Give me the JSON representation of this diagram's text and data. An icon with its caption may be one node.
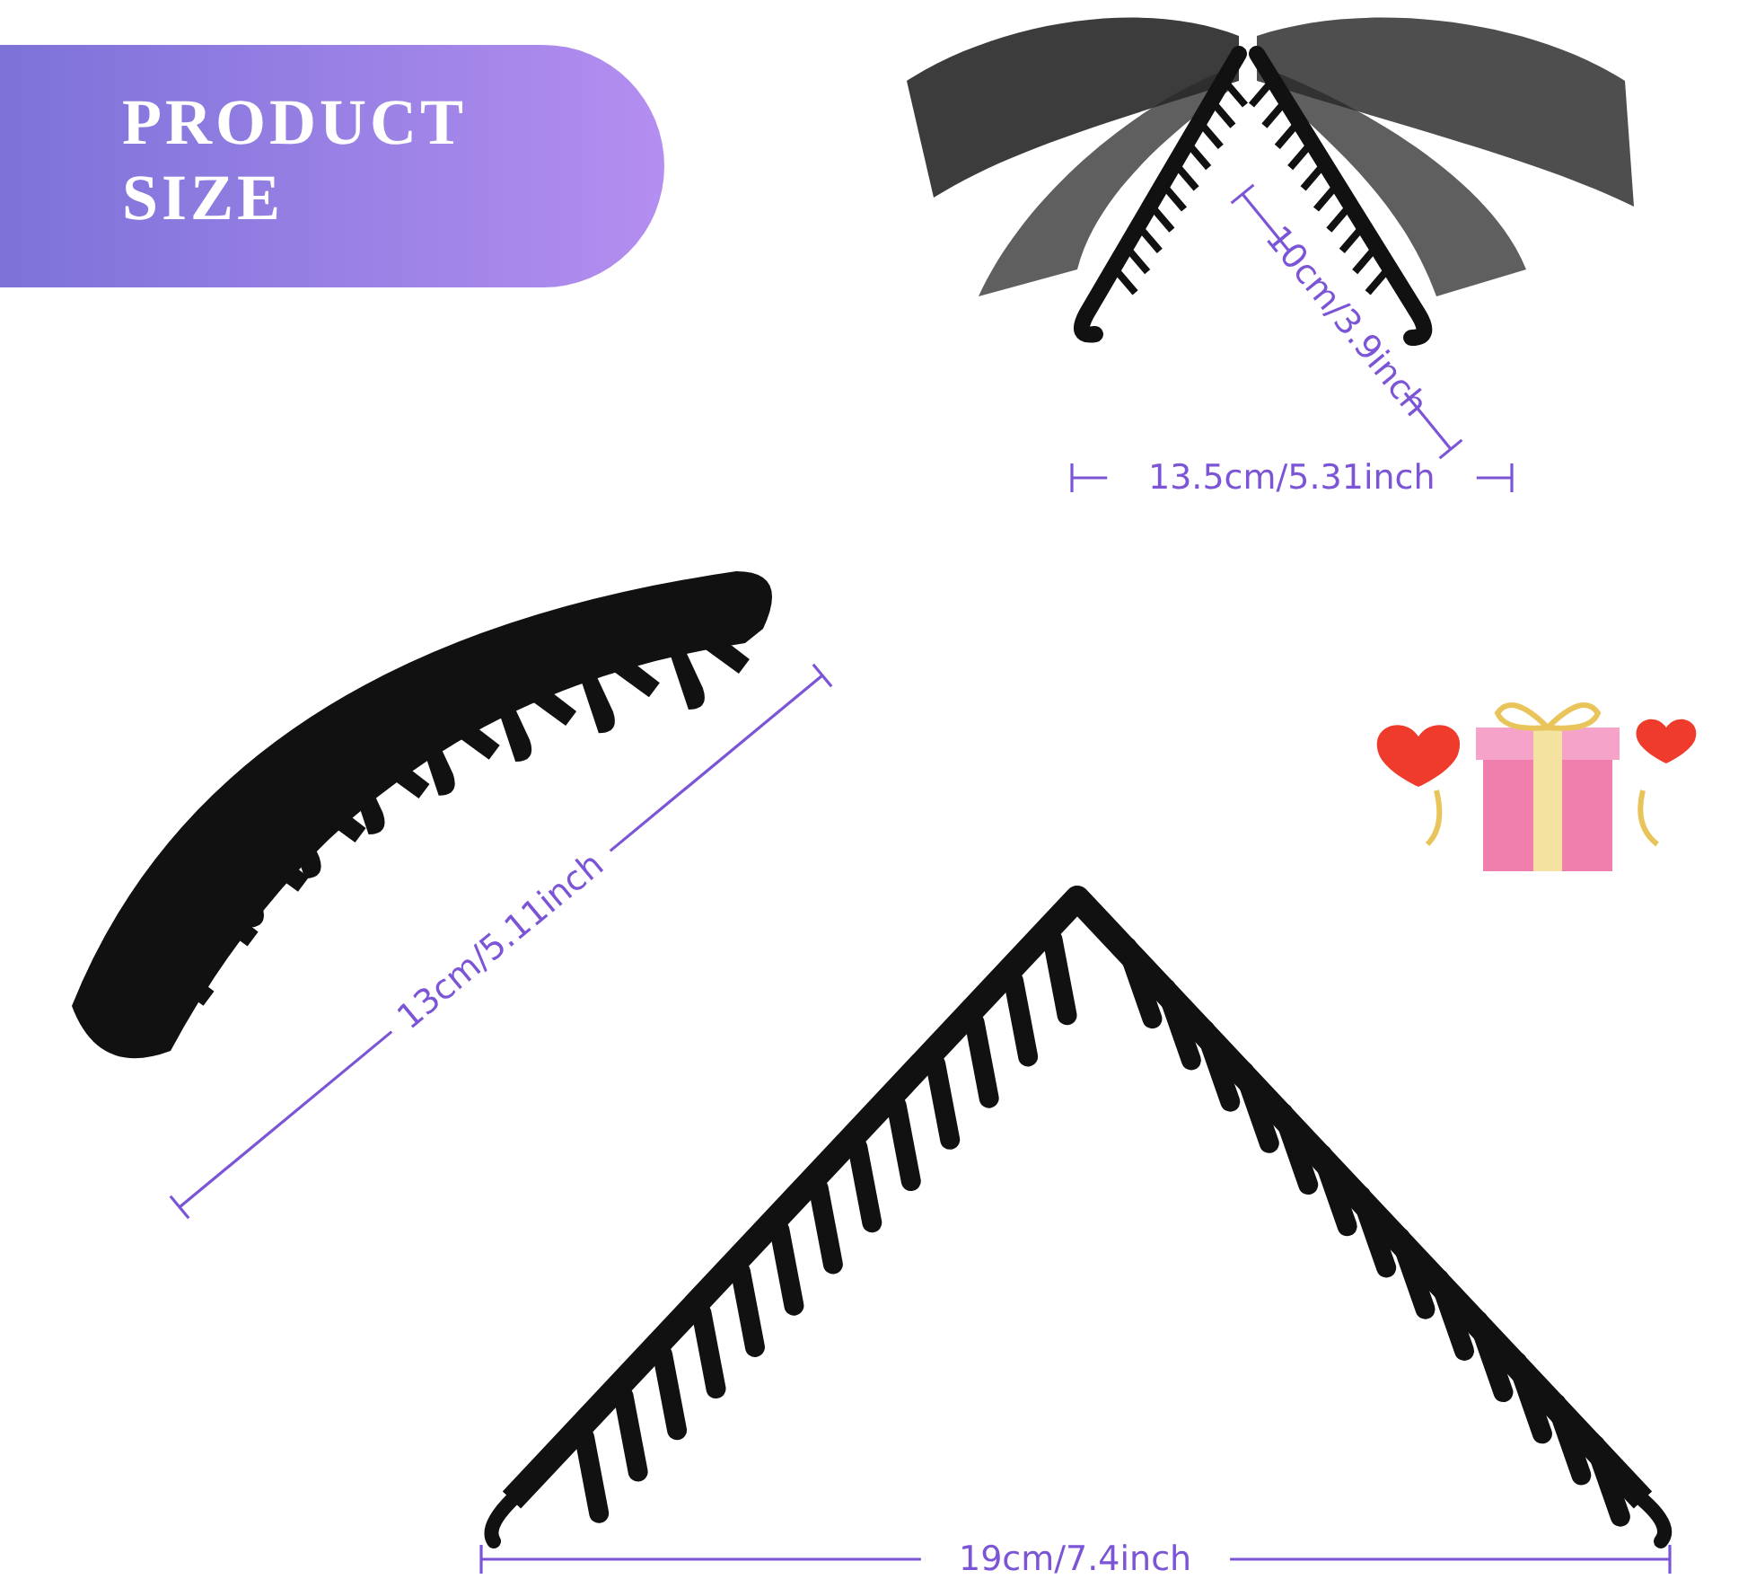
{
  "diagram": {
    "title": "PRODUCT SIZE",
    "labels": [
      "10cm/3.9inch",
      "13.5cm/5.31inch",
      "13cm/5.11inch",
      "19cm/7.4inch"
    ]
  }
}
